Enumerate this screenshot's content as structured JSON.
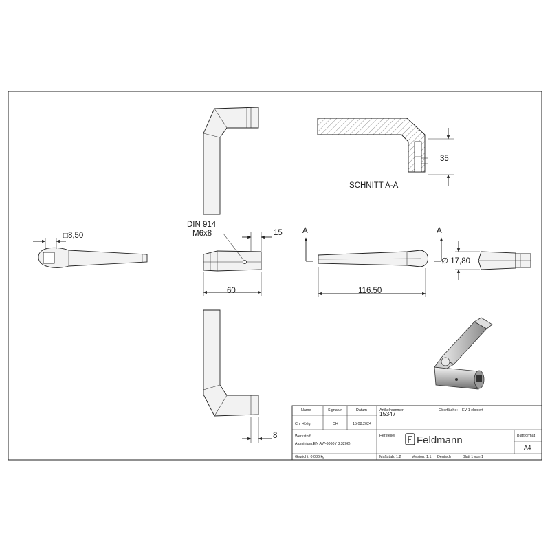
{
  "dimensions": {
    "square": "□8,50",
    "din_line1": "DIN 914",
    "din_line2": "M6x8",
    "fifteen": "15",
    "sixty": "60",
    "length": "116.50",
    "diameter": "∅ 17,80",
    "thirtyfive": "35",
    "eight": "8"
  },
  "section": {
    "label": "SCHNITT A-A",
    "marker_left": "A",
    "marker_right": "A"
  },
  "title_block": {
    "h_name": "Name",
    "h_signatur": "Signatur",
    "h_datum": "Datum",
    "h_artikel": "Artikelnummer",
    "h_oberflaeche": "Oberfläche:",
    "oberflaeche_value": "EV 1 eloxiert",
    "name": "Ch. Höfig",
    "signatur": "CH",
    "datum": "15.08.2024",
    "artikelnummer": "15347",
    "werkstoff_label": "Werkstoff:",
    "werkstoff_value": "Aluminium,EN AW-6060 ( 3.3206)",
    "hersteller_label": "Hersteller",
    "logo_text": "Feldmann",
    "blattformat_label": "Blattformat",
    "blattformat_value": "A4",
    "gewicht": "Gewicht: 0.086 kg",
    "massstab": "Maßstab: 1:2",
    "version": "Version: 1.1",
    "sprache": "Deutsch",
    "blatt": "Blatt 1 von 1"
  }
}
